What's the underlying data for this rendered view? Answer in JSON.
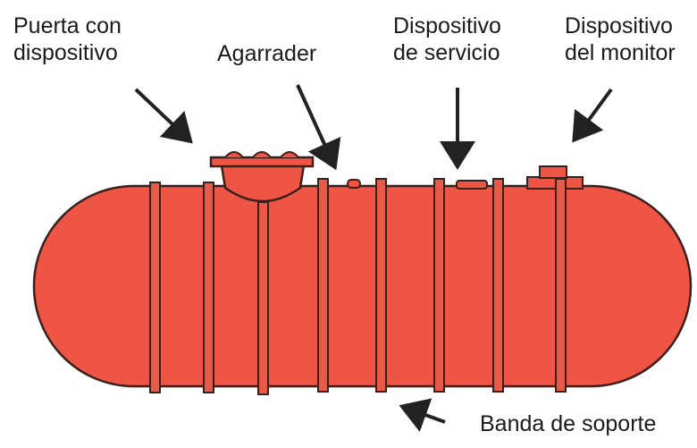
{
  "labels": {
    "door": {
      "line1": "Puerta con",
      "line2": "dispositivo"
    },
    "handle": {
      "line1": "Agarrader"
    },
    "service": {
      "line1": "Dispositivo",
      "line2": "de servicio"
    },
    "monitor": {
      "line1": "Dispositivo",
      "line2": "del monitor"
    },
    "band": {
      "line1": "Banda de soporte"
    }
  },
  "colors": {
    "tank_fill": "#ee5545",
    "outline": "#3b1f1a",
    "band_fill": "#e85a48",
    "text": "#1a1a1a"
  }
}
